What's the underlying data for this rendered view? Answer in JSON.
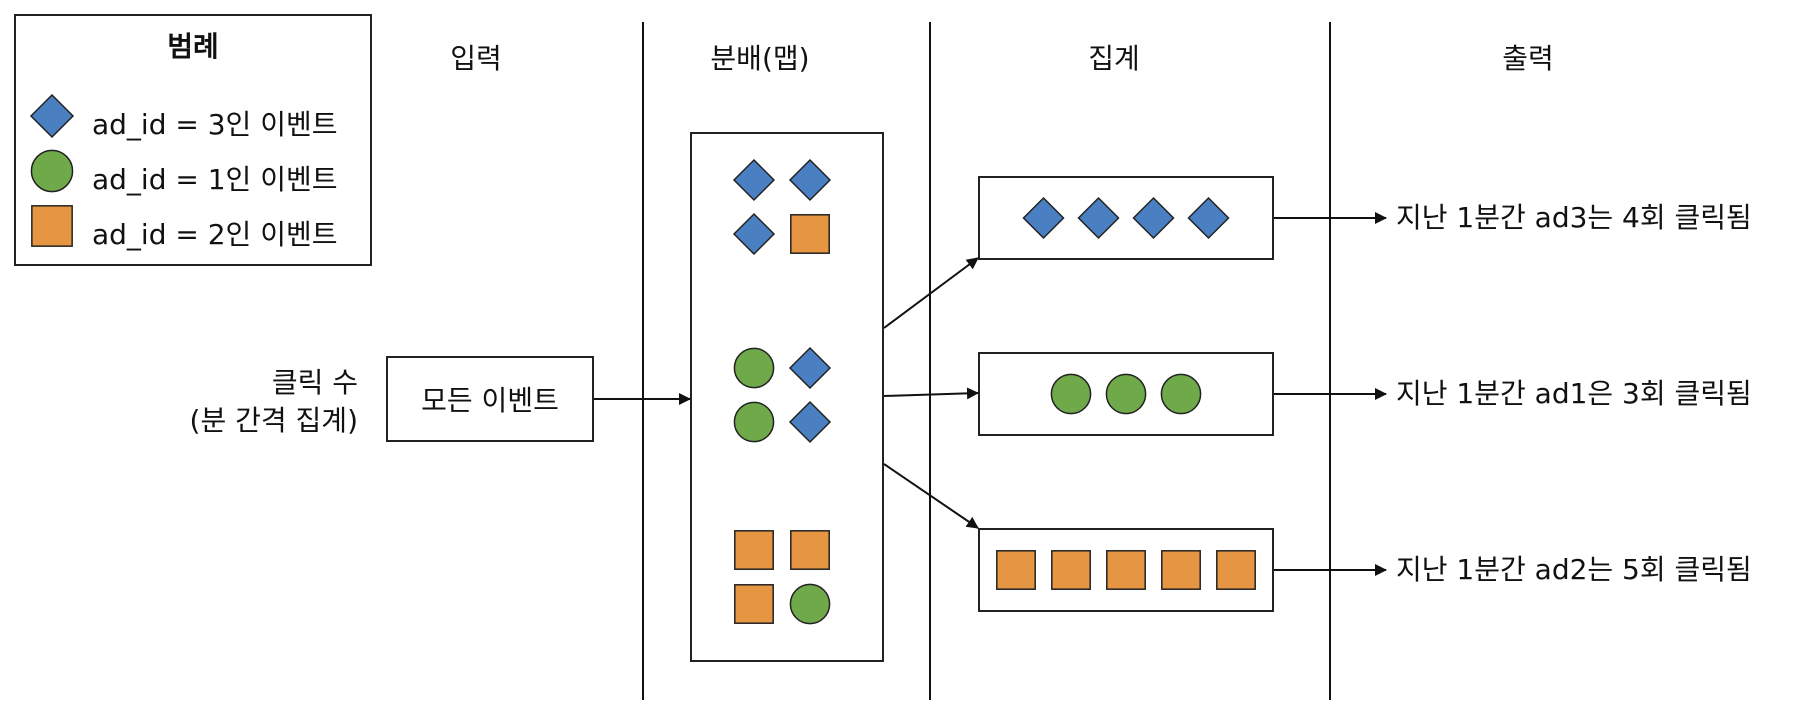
{
  "legend": {
    "title": "범례",
    "items": [
      {
        "shape": "diamond",
        "label": "ad_id = 3인 이벤트",
        "color": "#4a80c2"
      },
      {
        "shape": "circle",
        "label": "ad_id = 1인 이벤트",
        "color": "#70a94a"
      },
      {
        "shape": "square",
        "label": "ad_id = 2인 이벤트",
        "color": "#e69543"
      }
    ]
  },
  "stages": {
    "input": "입력",
    "partition": "분배(맵)",
    "aggregate": "집계",
    "output": "출력"
  },
  "input_caption": {
    "line1": "클릭 수",
    "line2": "(분 간격 집계)"
  },
  "all_events_label": "모든 이벤트",
  "colors": {
    "ad3": "#4a80c2",
    "ad1": "#70a94a",
    "ad2": "#e69543",
    "stroke": "#222222"
  },
  "partition_groups": [
    [
      "diamond",
      "diamond",
      "diamond",
      "square"
    ],
    [
      "circle",
      "diamond",
      "circle",
      "diamond"
    ],
    [
      "square",
      "square",
      "square",
      "circle"
    ]
  ],
  "aggregates": [
    {
      "shape": "diamond",
      "count": 4,
      "output": "지난 1분간 ad3는 4회 클릭됨"
    },
    {
      "shape": "circle",
      "count": 3,
      "output": "지난 1분간 ad1은 3회 클릭됨"
    },
    {
      "shape": "square",
      "count": 5,
      "output": "지난 1분간 ad2는 5회 클릭됨"
    }
  ]
}
